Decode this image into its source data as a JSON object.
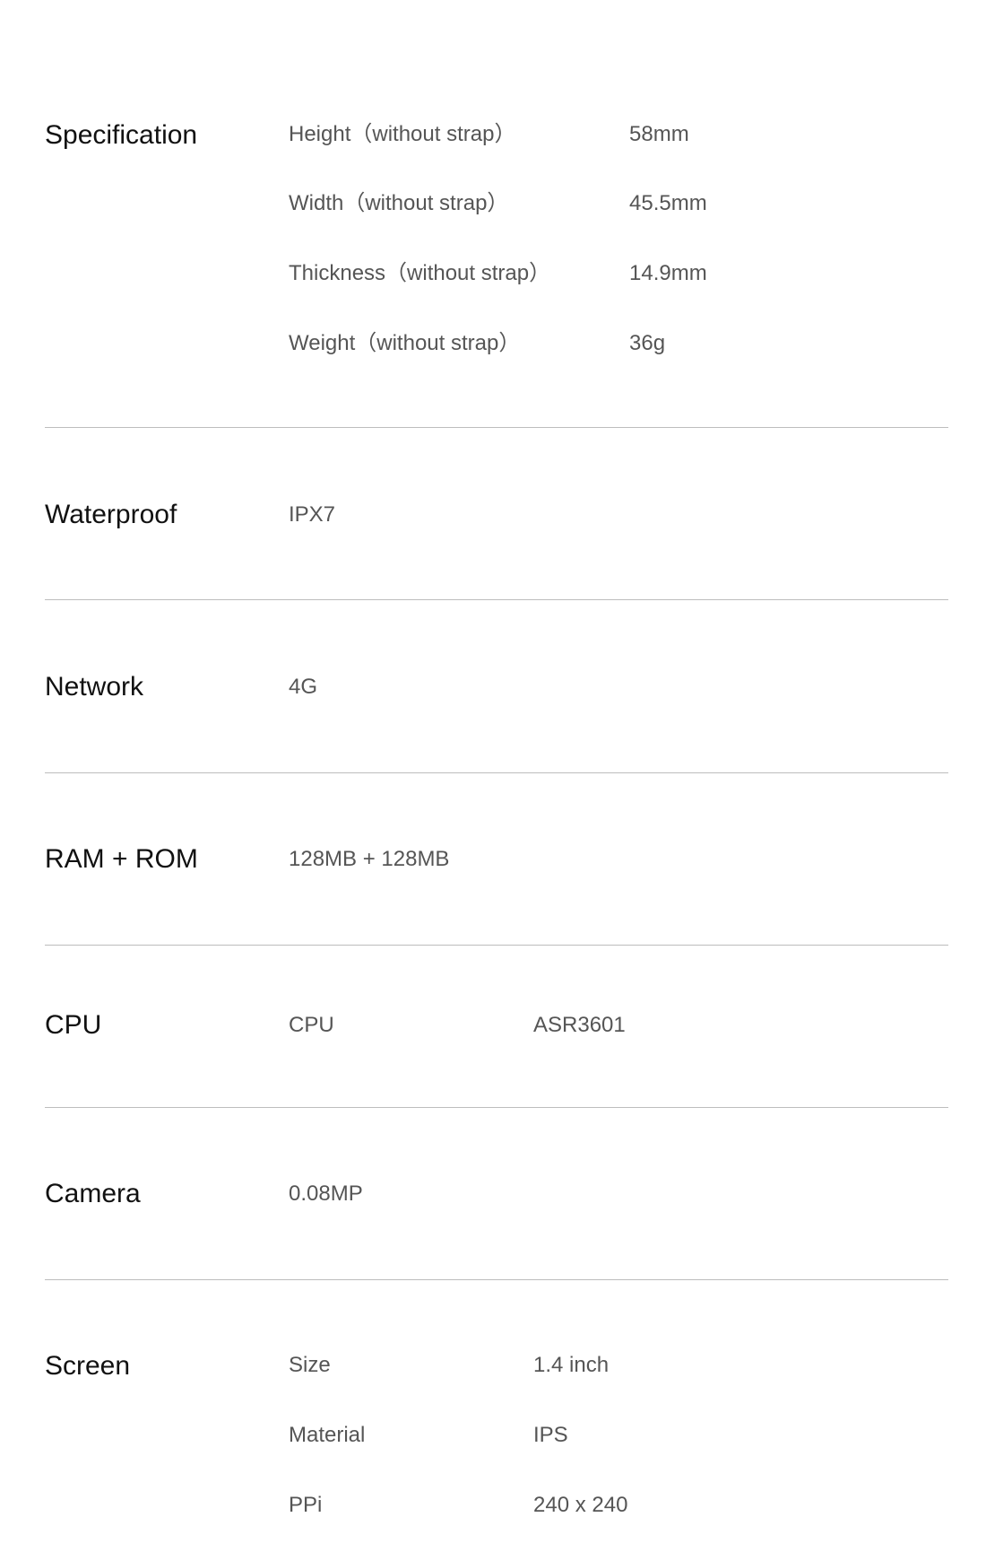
{
  "sections": {
    "specification": {
      "title": "Specification",
      "rows": [
        {
          "label": "Height（without strap）",
          "value": "58mm"
        },
        {
          "label": "Width（without strap）",
          "value": "45.5mm"
        },
        {
          "label": "Thickness（without strap）",
          "value": "14.9mm"
        },
        {
          "label": "Weight（without strap）",
          "value": "36g"
        }
      ]
    },
    "waterproof": {
      "title": "Waterproof",
      "value": "IPX7"
    },
    "network": {
      "title": "Network",
      "value": "4G"
    },
    "memory": {
      "title": "RAM + ROM",
      "value": "128MB + 128MB"
    },
    "cpu": {
      "title": "CPU",
      "rows": [
        {
          "label": "CPU",
          "value": "ASR3601"
        }
      ]
    },
    "camera": {
      "title": "Camera",
      "value": "0.08MP"
    },
    "screen": {
      "title": "Screen",
      "rows": [
        {
          "label": "Size",
          "value": "1.4 inch"
        },
        {
          "label": "Material",
          "value": "IPS"
        },
        {
          "label": "PPi",
          "value": "240 x 240"
        }
      ]
    }
  }
}
